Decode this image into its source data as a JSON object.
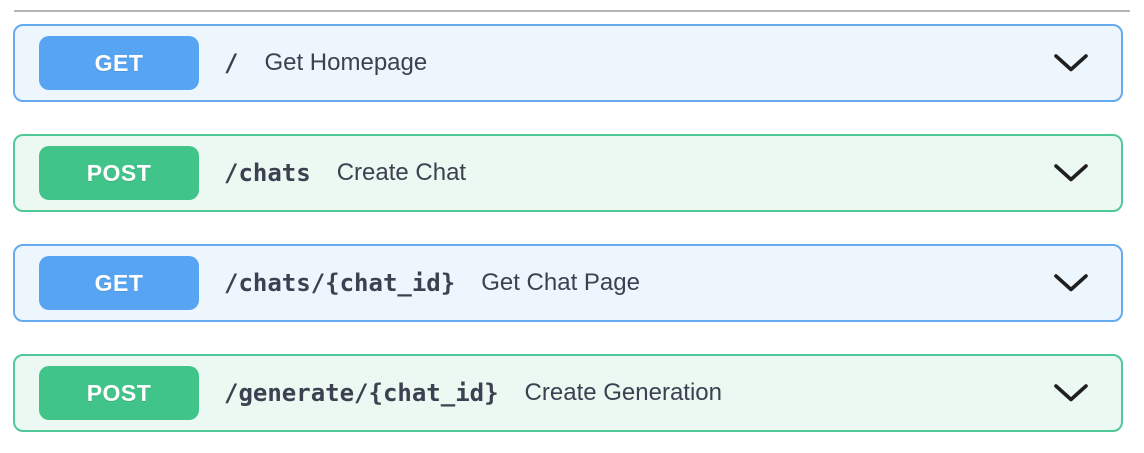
{
  "section": {
    "divider_visible": true
  },
  "endpoints": [
    {
      "method": "GET",
      "path": "/",
      "summary": "Get Homepage",
      "scheme": "get"
    },
    {
      "method": "POST",
      "path": "/chats",
      "summary": "Create Chat",
      "scheme": "post"
    },
    {
      "method": "GET",
      "path": "/chats/{chat_id}",
      "summary": "Get Chat Page",
      "scheme": "get"
    },
    {
      "method": "POST",
      "path": "/generate/{chat_id}",
      "summary": "Create Generation",
      "scheme": "post"
    }
  ],
  "icons": {
    "expand": "chevron-down-icon"
  },
  "colors": {
    "get_badge": "#57a5f2",
    "get_border": "#66abf0",
    "get_row_bg": "#edf5fd",
    "post_badge": "#41c489",
    "post_border": "#4fc998",
    "post_row_bg": "#ecf8f2",
    "text": "#3b4151",
    "chevron": "#1f1f1f",
    "divider": "#b5b5b5"
  }
}
